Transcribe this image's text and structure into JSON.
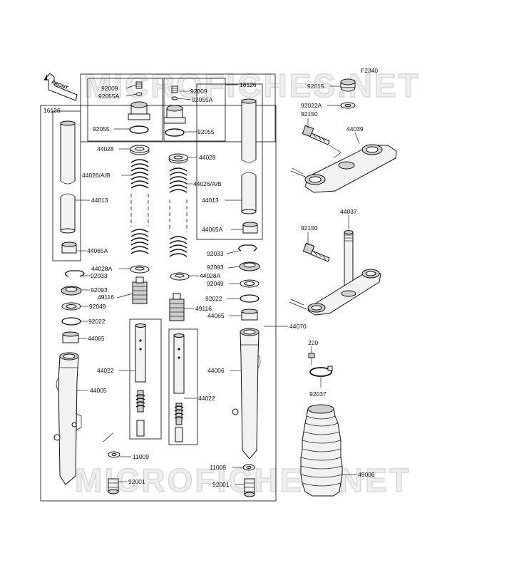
{
  "figure_code": "F2340",
  "front_label": "FRONT",
  "watermark": "MICROFICHES.NET",
  "labels": {
    "p92009_l": "92009",
    "p92055A_l": "92055A",
    "p92055_l": "92055",
    "p92009_r": "92009",
    "p92055A_r": "92055A",
    "p92055_r": "92055",
    "p16126_l": "16126",
    "p16126_r": "16126",
    "p44028_l": "44028",
    "p44028_r": "44028",
    "p44026_l": "44026/A/B",
    "p44026_r": "44026/A/B",
    "p44013_l": "44013",
    "p44013_r": "44013",
    "p44065A_l": "44065A",
    "p44065A_r": "44065A",
    "p44028A_l": "44028A",
    "p44028A_r": "44028A",
    "p92033_l": "92033",
    "p92033_r": "92033",
    "p92093_l": "92093",
    "p92093_r": "92093",
    "p49116_l": "49116",
    "p49116_r": "49116",
    "p92049_l": "92049",
    "p92049_r": "92049",
    "p92022_l": "92022",
    "p92022_r": "92022",
    "p44065_l": "44065",
    "p44065_r": "44065",
    "p44070": "44070",
    "p44022_l": "44022",
    "p44022_r": "44022",
    "p44005": "44005",
    "p44006": "44006",
    "p11009_l": "11009",
    "p11009_r": "11009",
    "p92001_l": "92001",
    "p92001_r": "92001",
    "p92015": "92015",
    "p92022A": "92022A",
    "p92150_t": "92150",
    "p44039": "44039",
    "p92150_b": "92150",
    "p44037": "44037",
    "p220": "220",
    "p92037": "92037",
    "p49006": "49006"
  }
}
